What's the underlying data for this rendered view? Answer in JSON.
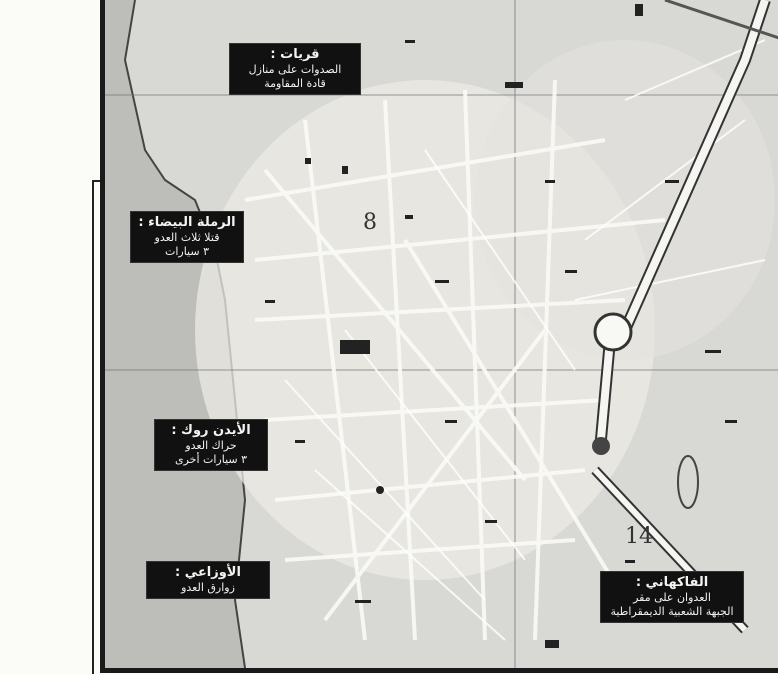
{
  "map": {
    "district_numbers": {
      "a": "8",
      "b": "14"
    },
    "labels": [
      {
        "id": "qurat",
        "title": "قريات :",
        "lines": [
          "الصدوات على منازل",
          "قادة المقاومة"
        ]
      },
      {
        "id": "raml",
        "title": "الرملة البيضاء :",
        "lines": [
          "قتلا ثلاث العدو",
          "٣ سيارات"
        ]
      },
      {
        "id": "pigeon",
        "title": "الأيدن روك :",
        "lines": [
          "حراك العدو",
          "٣ سيارات أخرى"
        ]
      },
      {
        "id": "ouzai",
        "title": "الأوزاعي :",
        "lines": [
          "زوارق العدو"
        ]
      },
      {
        "id": "fakhani",
        "title": "الفاكهاني :",
        "lines": [
          "العدوان على مقر",
          "الجبهة الشعبية الديمقراطية"
        ]
      }
    ],
    "colors": {
      "label_bg": "#111111",
      "label_text": "#f3f3f0",
      "map_bg": "#d8d8d4",
      "sea": "#b9b9b5"
    }
  }
}
